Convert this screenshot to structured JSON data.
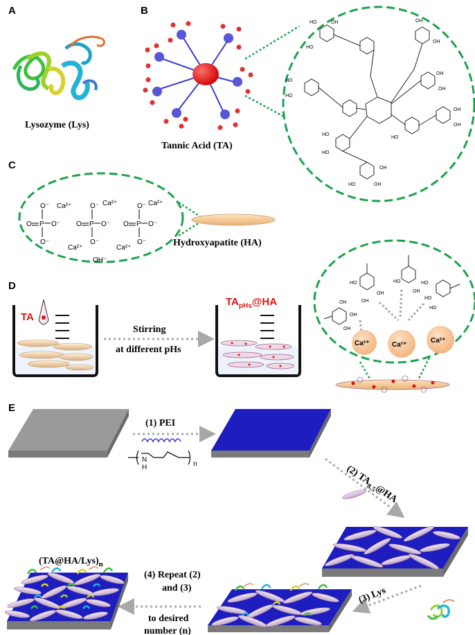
{
  "panels": {
    "a": {
      "letter": "A",
      "caption": "Lysozyme (Lys)"
    },
    "b": {
      "letter": "B",
      "caption": "Tannic Acid (TA)",
      "atom_labels": {
        "oh": "OH",
        "ho": "HO"
      }
    },
    "c": {
      "letter": "C",
      "caption": "Hydroxyapatite (HA)",
      "ions": {
        "o": "O",
        "o_minus": "O⁻",
        "p": "P",
        "ca": "Ca²⁺",
        "oh": "OH⁻"
      }
    },
    "d": {
      "letter": "D",
      "ta_label": "TA",
      "product_base": "TA",
      "product_sub": "pHs",
      "product_tail": "@HA",
      "arrow_line1": "Stirring",
      "arrow_line2": "at different pHs",
      "ca_label": "Ca²⁺",
      "oh_labels": {
        "oh": "OH",
        "ho": "HO"
      }
    },
    "e": {
      "letter": "E",
      "step1": "(1) PEI",
      "pei_h": "H",
      "pei_n": "N",
      "pei_sub": "n",
      "step2_base": "(2) TA",
      "step2_sub": "8.5",
      "step2_tail": "@HA",
      "step3": "(3) Lys",
      "step4_l1": "(4) Repeat (2)",
      "step4_l2": "and (3)",
      "step4_l3": "to desired",
      "step4_l4": "number (n)",
      "product_base": "(TA@HA/Lys)",
      "product_sub": "n"
    }
  },
  "colors": {
    "dashed_green": "#19a34a",
    "ta_core": "#ee1111",
    "ta_node": "#3a3ad0",
    "hydroxyapatite": "#f4c995",
    "calcium": "#f6c090",
    "pei_substrate": "#1d1dc0",
    "grey_substrate": "#9a9a9a",
    "arrow_grey": "#a8a8a8",
    "red_label": "#e01010"
  }
}
